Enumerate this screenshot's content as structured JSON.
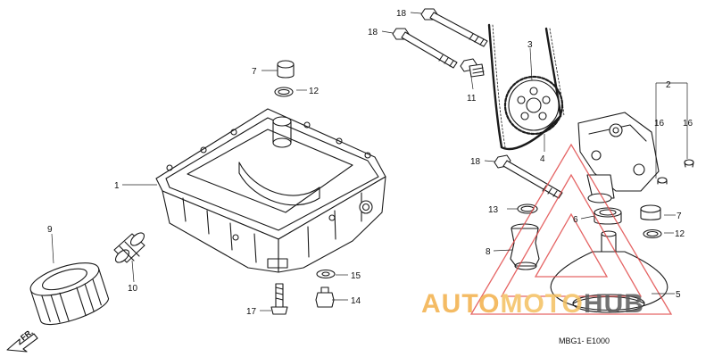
{
  "diagram": {
    "callouts": [
      {
        "id": "c1",
        "text": "1"
      },
      {
        "id": "c2",
        "text": "2"
      },
      {
        "id": "c3",
        "text": "3"
      },
      {
        "id": "c4",
        "text": "4"
      },
      {
        "id": "c5",
        "text": "5"
      },
      {
        "id": "c6",
        "text": "6"
      },
      {
        "id": "c7a",
        "text": "7"
      },
      {
        "id": "c7b",
        "text": "7"
      },
      {
        "id": "c8",
        "text": "8"
      },
      {
        "id": "c9",
        "text": "9"
      },
      {
        "id": "c10",
        "text": "10"
      },
      {
        "id": "c11",
        "text": "11"
      },
      {
        "id": "c12a",
        "text": "12"
      },
      {
        "id": "c12b",
        "text": "12"
      },
      {
        "id": "c13",
        "text": "13"
      },
      {
        "id": "c14",
        "text": "14"
      },
      {
        "id": "c15",
        "text": "15"
      },
      {
        "id": "c16a",
        "text": "16"
      },
      {
        "id": "c16b",
        "text": "16"
      },
      {
        "id": "c17",
        "text": "17"
      },
      {
        "id": "c18a",
        "text": "18"
      },
      {
        "id": "c18b",
        "text": "18"
      },
      {
        "id": "c18c",
        "text": "18"
      }
    ],
    "direction_label": "FR.",
    "drawing_code": "MBG1- E1000"
  },
  "watermark": {
    "part1": "AUTO",
    "part2": "MOTO",
    "part3": "HUB",
    "colors": {
      "auto": "#f3b04a",
      "moto": "#f4c060",
      "hub": "#5b5b5b",
      "triangle": "#e14b4b"
    }
  }
}
